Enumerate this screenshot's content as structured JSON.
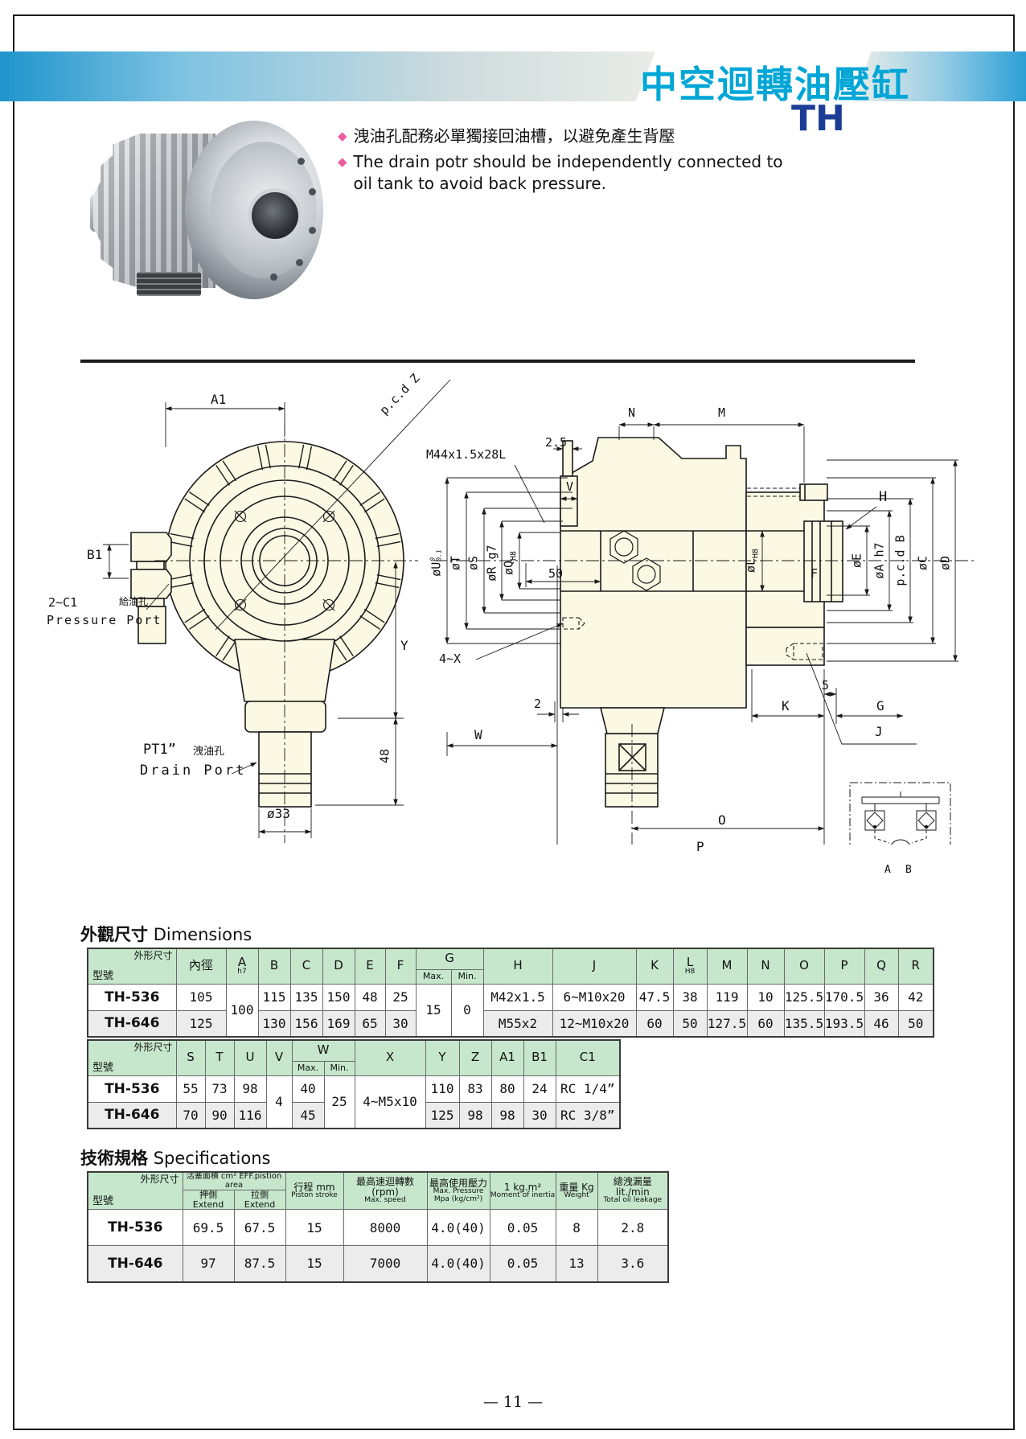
{
  "header": {
    "title": "中空迴轉油壓缸",
    "series": "TH"
  },
  "notes": {
    "zh": "洩油孔配務必單獨接回油槽，以避免產生背壓",
    "en": "The drain potr should be independently connected to oil tank to avoid back pressure."
  },
  "front": {
    "a1": "A1",
    "pcdz": "p.c.d Z",
    "b1": "B1",
    "c1_qty": "2~C1",
    "pressure_zh": "給油孔",
    "pressure_en": "Pressure Port",
    "drain_size": "PT1”",
    "drain_zh": "洩油孔",
    "drain_en": "Drain Port",
    "dia33": "ø33",
    "y": "Y",
    "d48": "48"
  },
  "section": {
    "thread": "M44x1.5x28L",
    "d25": "2.5",
    "n": "N",
    "m": "M",
    "v": "V",
    "h": "H",
    "d50": "50",
    "du": "øU",
    "du_t": "0",
    "du_b": "0.1",
    "dt": "øT",
    "ds": "øS",
    "dr": "øR g7",
    "dq": "øQ",
    "dq_fit": "H8",
    "dl": "øL",
    "dl_fit": "H8",
    "f": "F",
    "de": "øE",
    "da": "øA h7",
    "pcdb": "p.c.d B",
    "dc": "øC",
    "dd": "øD",
    "fourx": "4~X",
    "two": "2",
    "w": "W",
    "five": "5",
    "k": "K",
    "g": "G",
    "j": "J",
    "o": "O",
    "p": "P",
    "sa": "A",
    "sb": "B"
  },
  "dims": {
    "title_zh": "外觀尺寸",
    "title_en": "Dimensions",
    "corner": {
      "top": "外形尺寸",
      "bottom": "型號"
    },
    "t1": {
      "h": {
        "bore": "內徑",
        "a": "A",
        "a_sub": "h7",
        "b": "B",
        "c": "C",
        "d": "D",
        "e": "E",
        "f": "F",
        "g": "G",
        "max": "Max.",
        "min": "Min.",
        "hh": "H",
        "j": "J",
        "k": "K",
        "l": "L",
        "l_sub": "H8",
        "m": "M",
        "n": "N",
        "o": "O",
        "p": "P",
        "q": "Q",
        "r": "R"
      },
      "r1": {
        "model": "TH-536",
        "bore": "105",
        "a": "100",
        "b": "115",
        "c": "135",
        "d": "150",
        "e": "48",
        "f": "25",
        "gmax": "15",
        "gmin": "0",
        "hh": "M42x1.5",
        "j": "6~M10x20",
        "k": "47.5",
        "l": "38",
        "m": "119",
        "n": "10",
        "o": "125.5",
        "p": "170.5",
        "q": "36",
        "r": "42"
      },
      "r2": {
        "model": "TH-646",
        "bore": "125",
        "b": "130",
        "c": "156",
        "d": "169",
        "e": "65",
        "f": "30",
        "hh": "M55x2",
        "j": "12~M10x20",
        "k": "60",
        "l": "50",
        "m": "127.5",
        "n": "60",
        "o": "135.5",
        "p": "193.5",
        "q": "46",
        "r": "50"
      }
    },
    "t2": {
      "h": {
        "s": "S",
        "t": "T",
        "u": "U",
        "v": "V",
        "w": "W",
        "max": "Max.",
        "min": "Min.",
        "x": "X",
        "y": "Y",
        "z": "Z",
        "a1": "A1",
        "b1": "B1",
        "c1": "C1"
      },
      "r1": {
        "model": "TH-536",
        "s": "55",
        "t": "73",
        "u": "98",
        "v": "4",
        "wmax": "40",
        "wmin": "25",
        "x": "4~M5x10",
        "y": "110",
        "z": "83",
        "a1": "80",
        "b1": "24",
        "c1": "RC 1/4”"
      },
      "r2": {
        "model": "TH-646",
        "s": "70",
        "t": "90",
        "u": "116",
        "wmax": "45",
        "y": "125",
        "z": "98",
        "a1": "98",
        "b1": "30",
        "c1": "RC 3/8”"
      }
    }
  },
  "spec": {
    "title_zh": "技術規格",
    "title_en": "Specifications",
    "h": {
      "area": "活塞面積 cm² EFF.pistion area",
      "extend": "押側 Extend",
      "retract": "拉側 Extend",
      "stroke_zh": "行程 mm",
      "stroke_en": "Piston stroke",
      "speed_zh": "最高速迴轉數 (rpm)",
      "speed_en": "Max. speed",
      "pres_zh": "最高使用壓力",
      "pres_en": "Max. Pressure",
      "pres_unit": "Mpa (kg/cm²)",
      "inertia_zh": "1 kg.m²",
      "inertia_en": "Moment of inertia",
      "weight_zh": "重量 Kg",
      "weight_en": "Weight",
      "leak_zh": "總洩漏量 lit./min",
      "leak_en": "Total oil leakage"
    },
    "r1": {
      "model": "TH-536",
      "ext": "69.5",
      "ret": "67.5",
      "stroke": "15",
      "speed": "8000",
      "pressure": "4.0(40)",
      "inertia": "0.05",
      "weight": "8",
      "leak": "2.8"
    },
    "r2": {
      "model": "TH-646",
      "ext": "97",
      "ret": "87.5",
      "stroke": "15",
      "speed": "7000",
      "pressure": "4.0(40)",
      "inertia": "0.05",
      "weight": "13",
      "leak": "3.6"
    }
  },
  "footer": {
    "page": "— 11 —"
  }
}
